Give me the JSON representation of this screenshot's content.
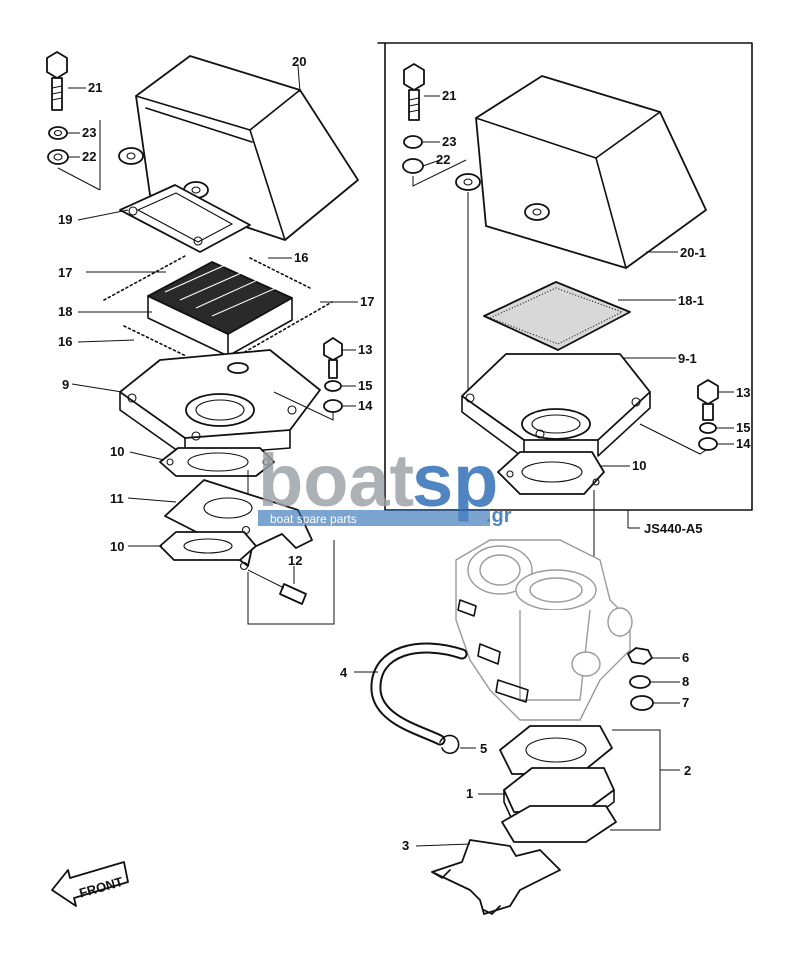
{
  "diagram_code": "JS440-A5",
  "front_label": "FRONT",
  "watermark": {
    "brand_main": "boat",
    "brand_sp": "sp",
    "brand_tld": ".gr",
    "tagline": "boat spare parts",
    "colors": {
      "gray": "#9aa0a6",
      "blue": "#2a6bb4"
    }
  },
  "callouts": {
    "c20": "20",
    "c21": "21",
    "c23": "23",
    "c22": "22",
    "c19": "19",
    "c17a": "17",
    "c16a": "16",
    "c18": "18",
    "c17b": "17",
    "c16b": "16",
    "c13a": "13",
    "c9": "9",
    "c15a": "15",
    "c14a": "14",
    "c10a": "10",
    "c11": "11",
    "c10b": "10",
    "c12": "12",
    "r21": "21",
    "r23": "23",
    "r22": "22",
    "c20_1": "20-1",
    "c18_1": "18-1",
    "c9_1": "9-1",
    "r13": "13",
    "r15": "15",
    "r14": "14",
    "r10": "10",
    "c6": "6",
    "c8": "8",
    "c7": "7",
    "c4": "4",
    "c5": "5",
    "c2": "2",
    "c1": "1",
    "c3": "3"
  }
}
